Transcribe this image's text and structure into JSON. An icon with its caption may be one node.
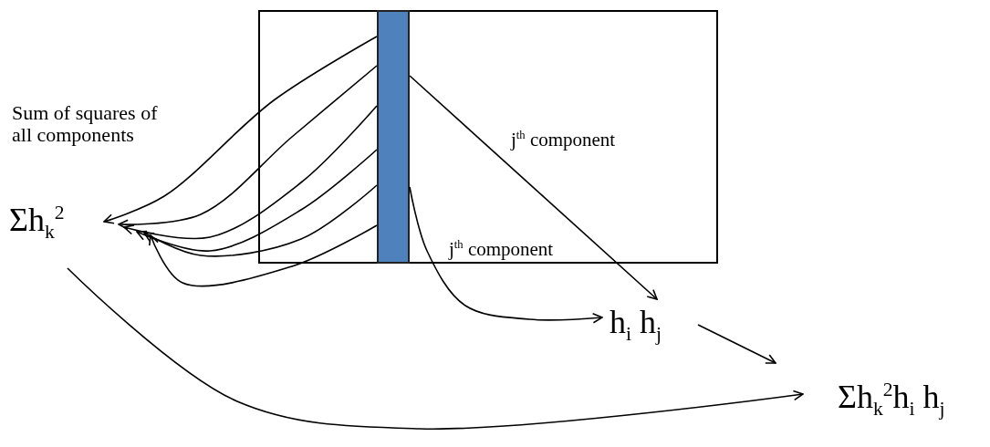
{
  "diagram": {
    "nodes": [
      {
        "text": [],
        "shape": "box"
      },
      {
        "text": [],
        "shape": "bar",
        "in": 0
      },
      {
        "text": [
          "Σh$_{k}$$^{2}$"
        ],
        "beside": [
          "Sum of squares of all components"
        ]
      },
      {
        "text": [
          "h$_{i}$ h$_{j}$"
        ]
      },
      {
        "text": [
          "Σh$_{k}$$^{2}$h$_{i}$ h$_{j}$"
        ]
      }
    ],
    "edges": [
      {
        "from": 1,
        "to": 2,
        "arrow": "to"
      },
      {
        "from": 1,
        "to": 2,
        "arrow": "to"
      },
      {
        "from": 1,
        "to": 2,
        "arrow": "to"
      },
      {
        "from": 1,
        "to": 2,
        "arrow": "to"
      },
      {
        "from": 1,
        "to": 2,
        "arrow": "to"
      },
      {
        "from": 1,
        "to": 2,
        "arrow": "to"
      },
      {
        "from": 1,
        "to": 3,
        "arrow": "to",
        "label": "j$^{th}$ component"
      },
      {
        "from": 1,
        "to": 3,
        "arrow": "to",
        "label": "j$^{th}$ component"
      },
      {
        "from": 3,
        "to": 4,
        "arrow": "to"
      },
      {
        "from": 2,
        "to": 4,
        "arrow": "to"
      }
    ]
  }
}
